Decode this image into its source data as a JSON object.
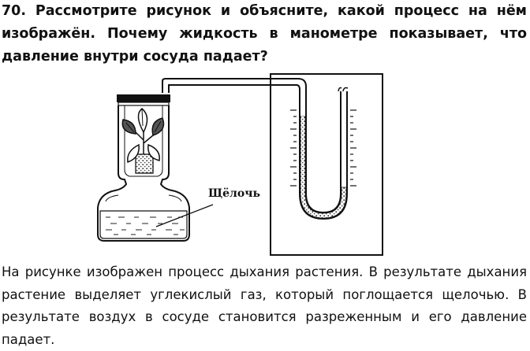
{
  "question": {
    "text": "70. Рассмотрите рисунок и объясните, какой процесс на нём изображён. Почему жидкость в манометре показывает, что давление внутри сосуда падает?"
  },
  "figure": {
    "label_alkali": "Щёлочь"
  },
  "answer": {
    "text": "На рисунке изображен процесс дыхания растения. В результате дыхания растение выделяет углекислый газ, который поглощается щелочью. В результате воздух в сосуде становится разреженным и его давление падает."
  }
}
